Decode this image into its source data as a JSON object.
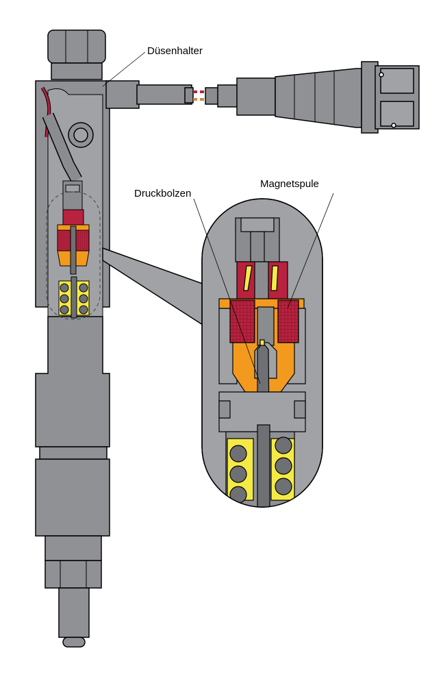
{
  "labels": {
    "nozzle_holder": "Düsenhalter",
    "pressure_pin": "Druckbolzen",
    "solenoid": "Magnetspule"
  },
  "colors": {
    "body": "#8f9195",
    "body_light": "#a0a2a6",
    "outline": "#000000",
    "coil": "#b8223f",
    "coil_grid": "#7a1226",
    "armature": "#f39a1e",
    "spring": "#f4ea45",
    "ball": "#6e7073",
    "wire_red": "#b8223f",
    "wire_copper": "#c98a3c",
    "connector": "#8a8c90"
  }
}
